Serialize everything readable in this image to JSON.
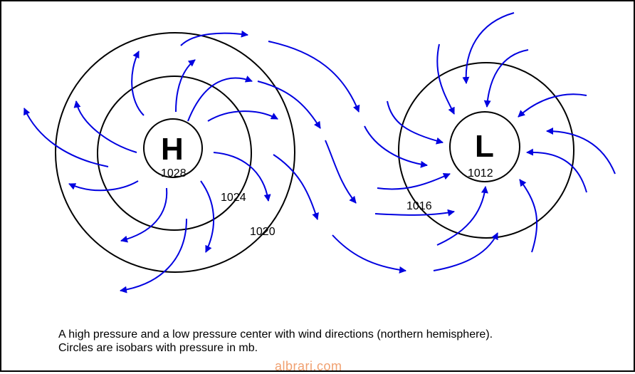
{
  "high_center": {
    "letter": "H",
    "pressure": "1028"
  },
  "low_center": {
    "letter": "L",
    "pressure": "1012"
  },
  "isobar_labels": {
    "high_middle": "1024",
    "high_outer": "1020",
    "low_outer": "1016"
  },
  "caption": {
    "line1": "A high pressure and a low pressure center with wind directions (northern hemisphere).",
    "line2": "Circles are isobars with pressure in mb."
  },
  "watermark": "albrari.com",
  "colors": {
    "wind_arrow": "#0000e0",
    "isobar": "#000000",
    "watermark": "#f0a070"
  }
}
